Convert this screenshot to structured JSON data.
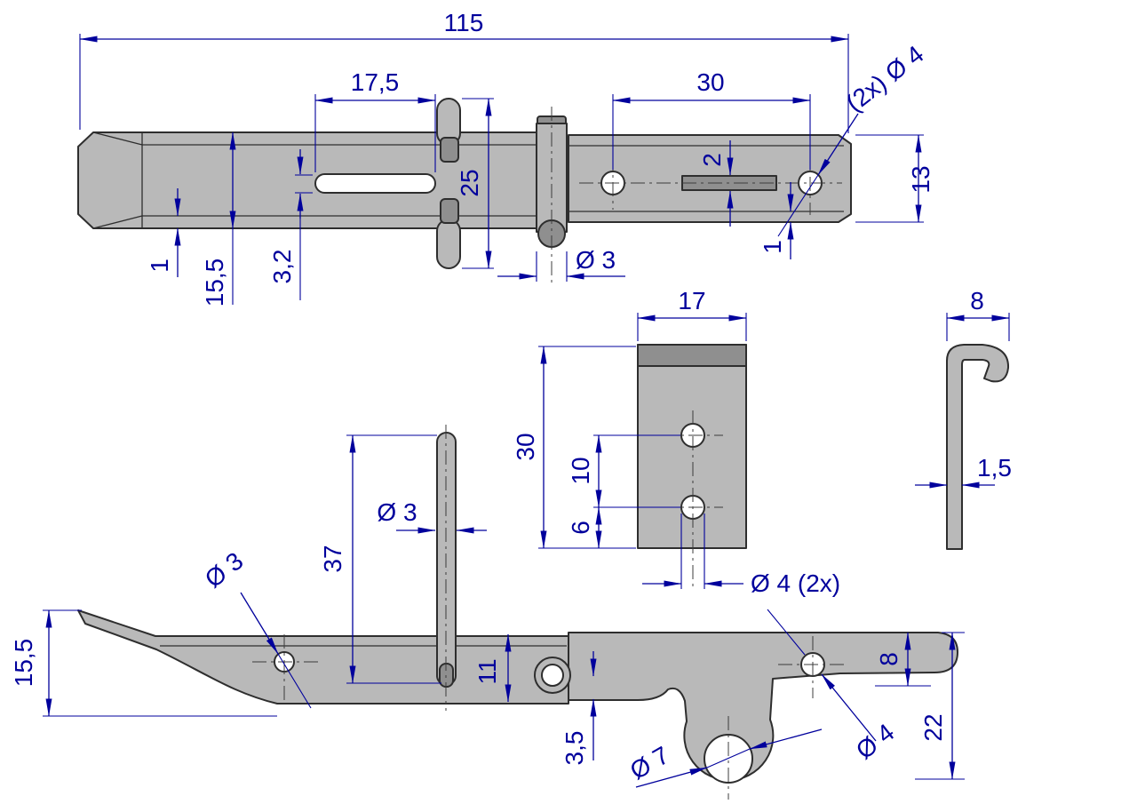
{
  "drawing": {
    "title": "hasp-latch-technical-drawing",
    "colors": {
      "dimension_blue": "#00009C",
      "part_fill": "#b9b9b9",
      "part_fill_dark": "#8f8f8f",
      "outline": "#2e2e2e",
      "background": "#ffffff"
    },
    "views": {
      "top": {
        "dims": {
          "overall_length": "115",
          "slot_length": "17,5",
          "hole_span": "30",
          "holes_note": "(2x)  Ø 4",
          "strap_width": "13",
          "bail_width": "25",
          "pin_dia": "Ø 3",
          "tab_slot": "2",
          "edge_right": "1",
          "slot_width": "3,2",
          "plate_width": "15,5",
          "edge_left": "1"
        }
      },
      "bracket": {
        "dims": {
          "width": "17",
          "height": "30",
          "hole_pitch": "10",
          "hole_bottom": "6",
          "holes_note": "Ø 4  (2x)"
        }
      },
      "hook": {
        "dims": {
          "width": "8",
          "thickness": "1,5"
        }
      },
      "side": {
        "dims": {
          "tip_height": "15,5",
          "bail_length": "37",
          "wire_dia": "Ø 3",
          "hole_dia": "Ø 3",
          "pivot_height": "11",
          "catch_gap": "3,5",
          "ring_hole": "Ø 7",
          "end_height": "8",
          "total_height": "22",
          "strap_hole": "Ø 4"
        }
      }
    }
  }
}
